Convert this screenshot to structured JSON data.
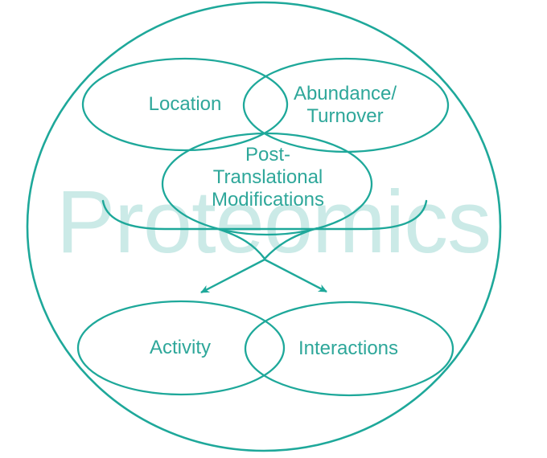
{
  "diagram": {
    "title_watermark": "Proteomics",
    "nodes": {
      "location": {
        "label": "Location"
      },
      "abundance_turnover": {
        "line1": "Abundance/",
        "line2": "Turnover"
      },
      "post_translational_modifications": {
        "line1": "Post-",
        "line2": "Translational",
        "line3": "Modifications"
      },
      "activity": {
        "label": "Activity"
      },
      "interactions": {
        "label": "Interactions"
      }
    },
    "colors": {
      "stroke": "#1EA89A",
      "label_text": "#2EA79A",
      "watermark_text": "#CBEAE7",
      "background": "#FFFFFF"
    }
  }
}
